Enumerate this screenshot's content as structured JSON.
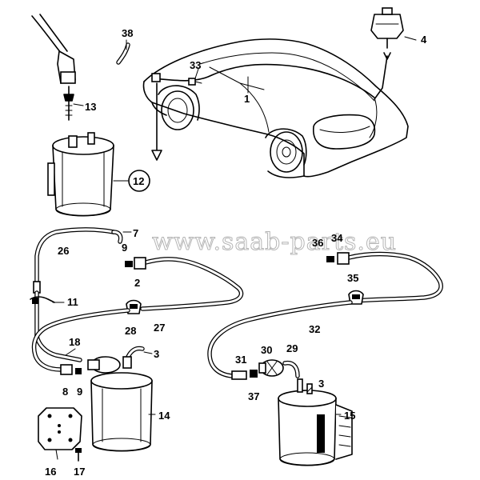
{
  "watermark": "www.saab-parts.eu",
  "callouts": {
    "c1": "1",
    "c2": "2",
    "c3a": "3",
    "c3b": "3",
    "c4": "4",
    "c7": "7",
    "c8": "8",
    "c9a": "9",
    "c9b": "9",
    "c11": "11",
    "c12": "12",
    "c13": "13",
    "c14": "14",
    "c15": "15",
    "c16": "16",
    "c17": "17",
    "c18": "18",
    "c26": "26",
    "c27": "27",
    "c28": "28",
    "c29": "29",
    "c30": "30",
    "c31": "31",
    "c32": "32",
    "c33": "33",
    "c34": "34",
    "c35": "35",
    "c36": "36",
    "c37": "37",
    "c38": "38"
  }
}
